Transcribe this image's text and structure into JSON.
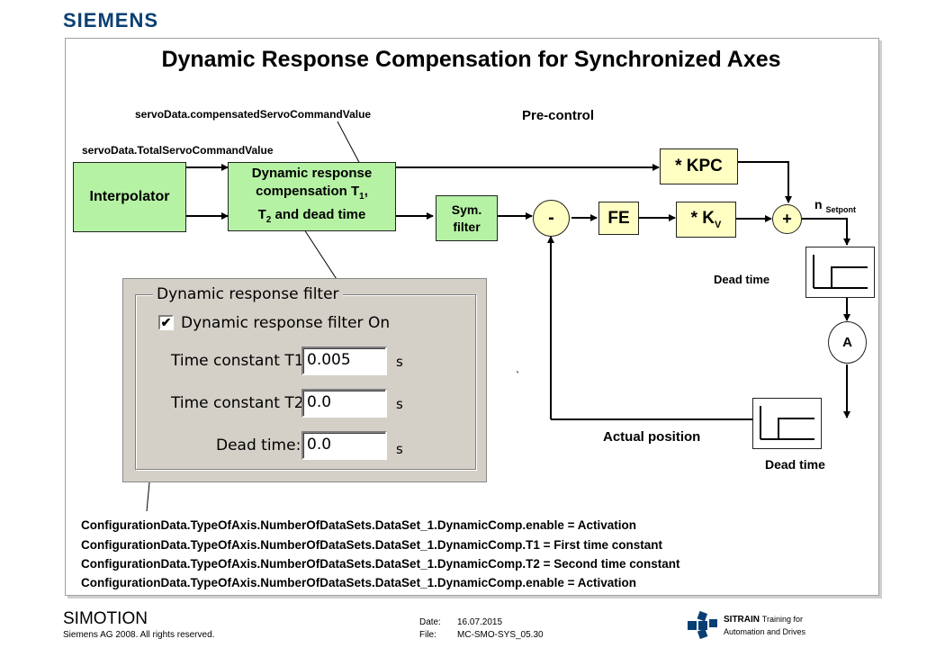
{
  "header": {
    "logo": "SIEMENS"
  },
  "title": "Dynamic Response Compensation for Synchronized Axes",
  "labels": {
    "compensated_value": "servoData.compensatedServoCommandValue",
    "total_value": "servoData.TotalServoCommandValue",
    "pre_control": "Pre-control",
    "n_setpoint_main": "n",
    "n_setpoint_sub": "Setpont",
    "dead_time_upper": "Dead time",
    "dead_time_lower": "Dead time",
    "actual_position": "Actual position",
    "stray_mark": "`"
  },
  "blocks": {
    "interpolator": "Interpolator",
    "dyn_line1": "Dynamic response",
    "dyn_line2a": "compensation T",
    "dyn_sub1": "1",
    "dyn_line2b": ",",
    "dyn_line3a": "T",
    "dyn_sub2": "2",
    "dyn_line3b": " and dead time",
    "sym_line1": "Sym.",
    "sym_line2": "filter",
    "minus": "-",
    "fe": "FE",
    "kpc": "* KPC",
    "kv_main": "* K",
    "kv_sub": "V",
    "plus": "+",
    "a": "A"
  },
  "dialog": {
    "group_title": "Dynamic response filter",
    "checkbox_label": "Dynamic response filter On",
    "checkbox_checked": true,
    "t1_label": "Time constant T1:",
    "t1_value": "0.005",
    "t1_unit": "s",
    "t2_label": "Time constant T2:",
    "t2_value": "0.0",
    "t2_unit": "s",
    "dead_label": "Dead time:",
    "dead_value": "0.0",
    "dead_unit": "s"
  },
  "config_lines": [
    "ConfigurationData.TypeOfAxis.NumberOfDataSets.DataSet_1.DynamicComp.enable  = Activation",
    "ConfigurationData.TypeOfAxis.NumberOfDataSets.DataSet_1.DynamicComp.T1  = First time constant",
    "ConfigurationData.TypeOfAxis.NumberOfDataSets.DataSet_1.DynamicComp.T2  = Second  time constant",
    "ConfigurationData.TypeOfAxis.NumberOfDataSets.DataSet_1.DynamicComp.enable  = Activation"
  ],
  "footer": {
    "product": "SIMOTION",
    "copyright": "Siemens AG 2008. All rights reserved.",
    "date_label": "Date:",
    "date_value": "16.07.2015",
    "file_label": "File:",
    "file_value": "MC-SMO-SYS_05.30",
    "sitrain": "SITRAIN",
    "training_line1": "Training for",
    "training_line2": "Automation and Drives"
  },
  "colors": {
    "green_block": "#b6f2a4",
    "yellow_block": "#ffffc3",
    "dialog_bg": "#d4d0c8",
    "logo": "#0a3f73"
  }
}
